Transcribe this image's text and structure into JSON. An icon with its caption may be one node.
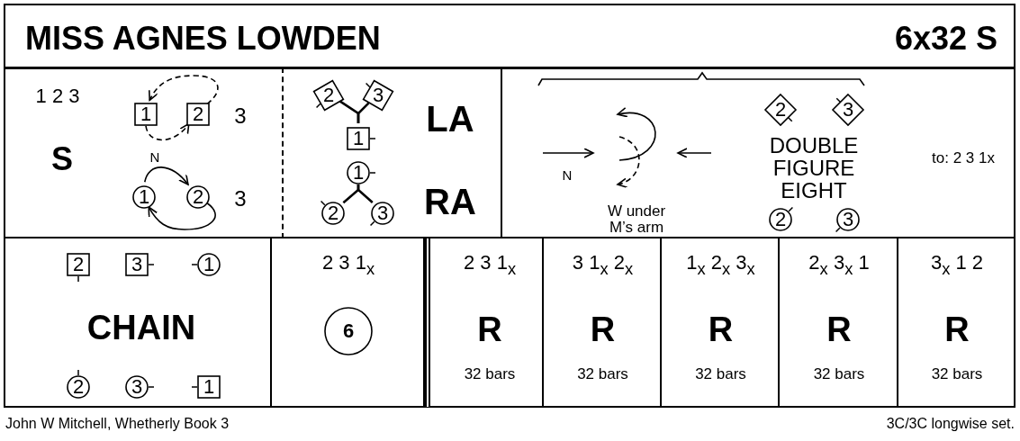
{
  "diagram": {
    "title": "MISS AGNES LOWDEN",
    "nodes": [
      {
        "text": [
          "1 2 3",
          "S",
          "3",
          "N",
          "3"
        ]
      },
      {
        "text": [
          "1"
        ],
        "in": 0
      },
      {
        "text": [
          "2"
        ],
        "in": 0
      },
      {
        "text": [
          "1"
        ],
        "in": 0
      },
      {
        "text": [
          "2"
        ],
        "in": 0
      },
      {
        "text": [
          "LA",
          "RA"
        ]
      },
      {
        "text": [
          "2"
        ],
        "in": 5
      },
      {
        "text": [
          "3"
        ],
        "in": 5
      },
      {
        "text": [
          "1"
        ],
        "in": 5
      },
      {
        "text": [
          "1"
        ],
        "in": 5
      },
      {
        "text": [
          "2"
        ],
        "in": 5
      },
      {
        "text": [
          "3"
        ],
        "in": 5
      },
      {
        "text": [
          "N",
          "W under M’s arm",
          "DOUBLE FIGURE EIGHT",
          "to: 2 3 1x"
        ]
      },
      {
        "text": [
          "2"
        ],
        "in": 12
      },
      {
        "text": [
          "3"
        ],
        "in": 12
      },
      {
        "text": [
          "2"
        ],
        "in": 12
      },
      {
        "text": [
          "3"
        ],
        "in": 12
      },
      {
        "text": [
          "CHAIN"
        ]
      },
      {
        "text": [
          "2"
        ],
        "in": 17
      },
      {
        "text": [
          "3"
        ],
        "in": 17
      },
      {
        "text": [
          "1"
        ],
        "in": 17
      },
      {
        "text": [
          "2"
        ],
        "in": 17
      },
      {
        "text": [
          "3"
        ],
        "in": 17
      },
      {
        "text": [
          "1"
        ],
        "in": 17
      },
      {
        "text": [
          "2 3 1$_{x}$"
        ]
      },
      {
        "text": [
          "6"
        ],
        "in": 24
      },
      {
        "text": [
          "2 3 1$_{x}$",
          "R",
          "32 bars"
        ]
      },
      {
        "text": [
          "3 1$_{x}$ 2$_{x}$",
          "R",
          "32 bars"
        ]
      },
      {
        "text": [
          "1$_{x}$ 2$_{x}$ 3$_{x}$",
          "R",
          "32 bars"
        ]
      },
      {
        "text": [
          "2$_{x}$ 3$_{x}$ 1",
          "R",
          "32 bars"
        ]
      },
      {
        "text": [
          "3$_{x}$ 1 2",
          "R",
          "32 bars"
        ]
      }
    ],
    "edges": [
      {
        "from": 2,
        "to": 1,
        "arrow": "to",
        "style": "dashed"
      },
      {
        "from": 1,
        "to": 2,
        "arrow": "to",
        "style": "dashed"
      },
      {
        "from": 3,
        "to": 4,
        "arrow": "to"
      },
      {
        "from": 4,
        "to": 3,
        "arrow": "to"
      },
      {
        "from": 6,
        "to": 8,
        "arrow": "none"
      },
      {
        "from": 7,
        "to": 8,
        "arrow": "none"
      },
      {
        "from": 10,
        "to": 9,
        "arrow": "none"
      },
      {
        "from": 11,
        "to": 9,
        "arrow": "none"
      }
    ],
    "labels": [
      "6x32 S",
      "John W Mitchell, Whetherly Book 3",
      "3C/3C longwise set."
    ]
  }
}
